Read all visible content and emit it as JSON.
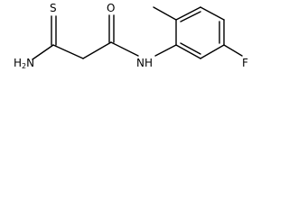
{
  "molecule": {
    "labels": {
      "sulfur": "S",
      "oxygen": "O",
      "amine_n": "H",
      "amine_h2": "2",
      "amine_n_letter": "N",
      "amide_nh": "NH",
      "fluorine": "F"
    }
  }
}
